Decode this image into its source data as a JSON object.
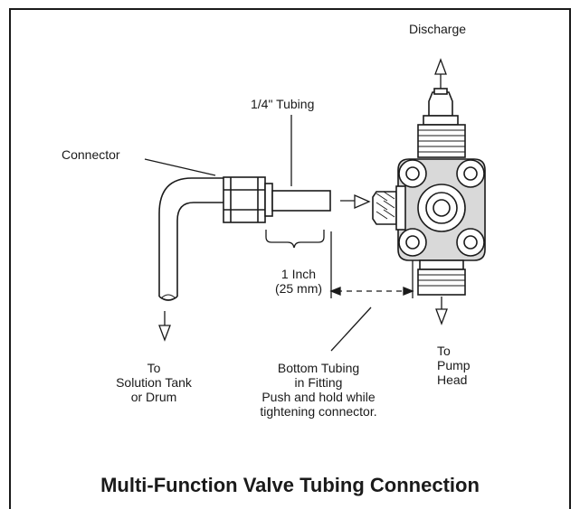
{
  "labels": {
    "discharge": "Discharge",
    "tubing": "1/4\" Tubing",
    "connector": "Connector",
    "inch_line1": "1 Inch",
    "inch_line2": "(25 mm)",
    "solution_line1": "To",
    "solution_line2": "Solution Tank",
    "solution_line3": "or Drum",
    "bottom_line1": "Bottom Tubing",
    "bottom_line2": "in Fitting",
    "bottom_line3": "Push and hold while",
    "bottom_line4": "tightening connector.",
    "pump_line1": "To",
    "pump_line2": "Pump",
    "pump_line3": "Head"
  },
  "caption": "Multi-Function Valve Tubing Connection",
  "colors": {
    "ink": "#1a1a1a",
    "fill_gray": "#d9d9d9",
    "background": "#ffffff"
  }
}
